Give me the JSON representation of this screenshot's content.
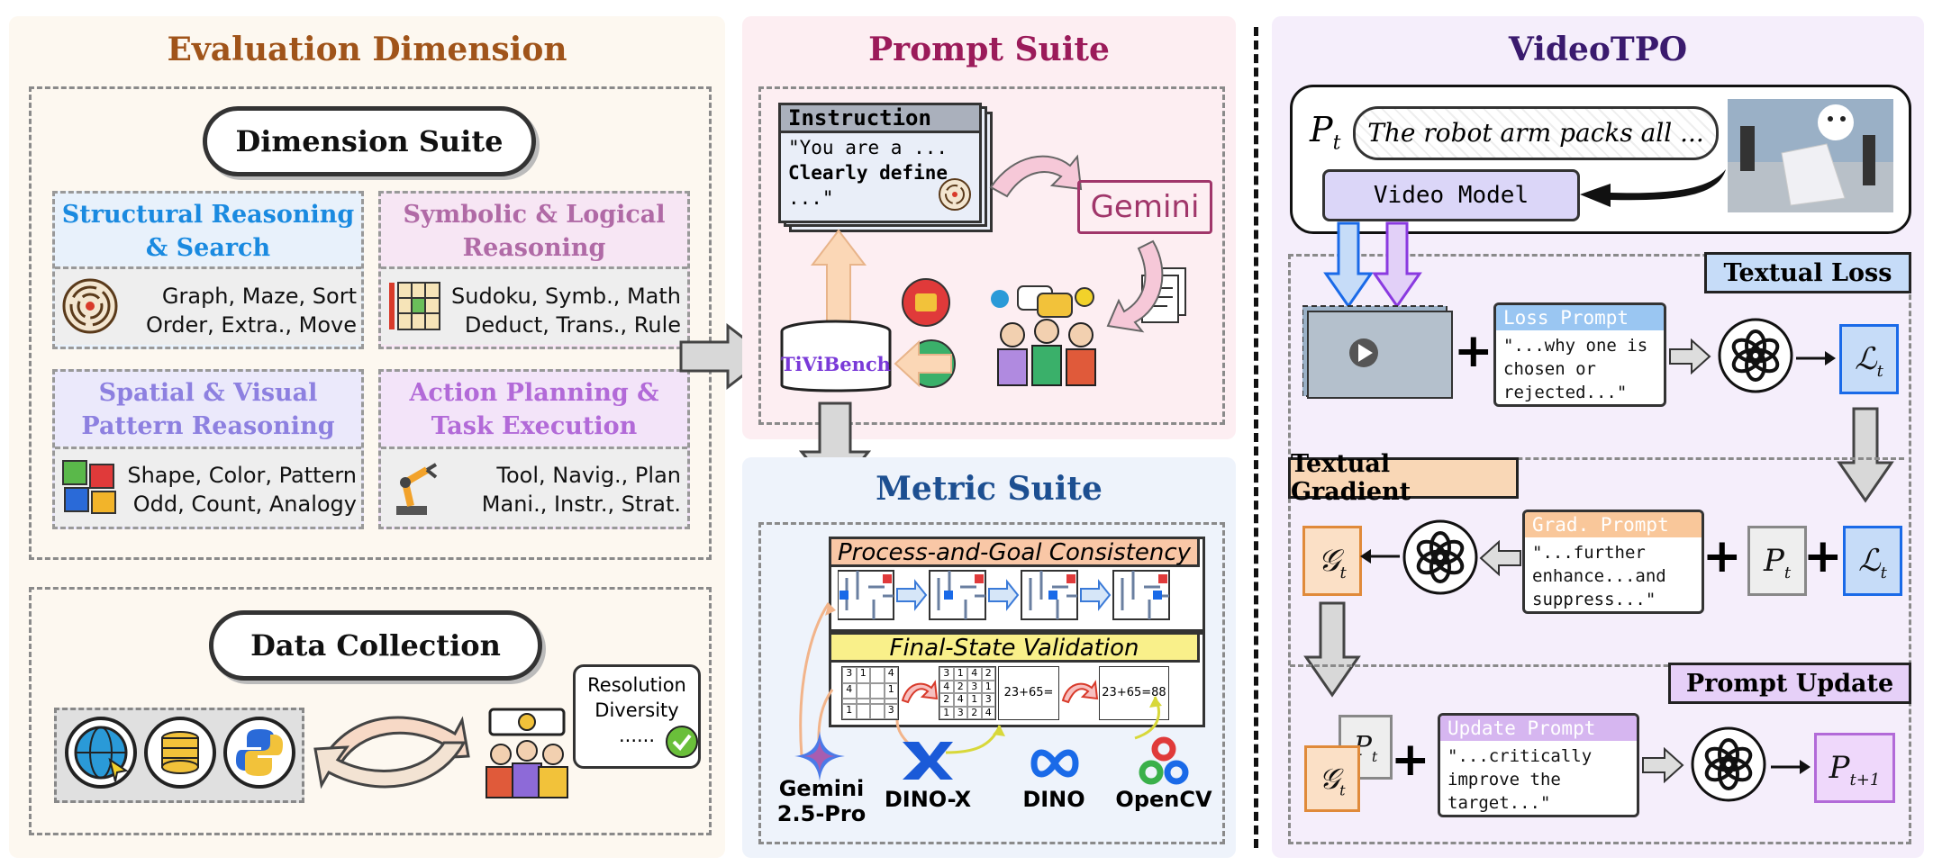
{
  "evaluation": {
    "title": "Evaluation Dimension",
    "dimension_suite": "Dimension Suite",
    "categories": [
      {
        "title_1": "Structural Reasoning",
        "title_2": "& Search",
        "line_1": "Graph, Maze, Sort",
        "line_2": "Order, Extra., Move"
      },
      {
        "title_1": "Symbolic & Logical",
        "title_2": "Reasoning",
        "line_1": "Sudoku, Symb., Math",
        "line_2": "Deduct, Trans., Rule"
      },
      {
        "title_1": "Spatial & Visual",
        "title_2": "Pattern Reasoning",
        "line_1": "Shape, Color, Pattern",
        "line_2": "Odd, Count, Analogy"
      },
      {
        "title_1": "Action Planning &",
        "title_2": "Task Execution",
        "line_1": "Tool, Navig., Plan",
        "line_2": "Mani., Instr., Strat."
      }
    ],
    "data_collection": "Data Collection",
    "bubble_1": "Resolution",
    "bubble_2": "Diversity",
    "bubble_3": "......"
  },
  "prompt_suite": {
    "title": "Prompt Suite",
    "instruction_header": "Instruction",
    "instruction_1": "\"You are a ...",
    "instruction_2": "Clearly define",
    "instruction_3": "...\"",
    "gemini": "Gemini",
    "bench": "TiViBench"
  },
  "metric_suite": {
    "title": "Metric Suite",
    "process": "Process-and-Goal Consistency",
    "final": "Final-State Validation",
    "eq_1": "23+65=",
    "eq_2": "23+65=88",
    "sudoku_a": [
      "3",
      "1",
      "",
      "4",
      "4",
      "",
      "",
      "1",
      "",
      "",
      "",
      "",
      "1",
      "",
      "",
      "3"
    ],
    "sudoku_b": [
      "3",
      "1",
      "4",
      "2",
      "4",
      "2",
      "3",
      "1",
      "2",
      "4",
      "1",
      "3",
      "1",
      "3",
      "2",
      "4"
    ],
    "tools": [
      {
        "name_1": "Gemini",
        "name_2": "2.5-Pro"
      },
      {
        "name_1": "DINO-X",
        "name_2": ""
      },
      {
        "name_1": "DINO",
        "name_2": ""
      },
      {
        "name_1": "OpenCV",
        "name_2": ""
      }
    ]
  },
  "videotpo": {
    "title": "VideoTPO",
    "p_t": "P",
    "sub_t": "t",
    "sub_t1": "t+1",
    "caption": "The robot arm packs all ...",
    "video_model": "Video Model",
    "textual_loss": "Textual Loss",
    "loss_prompt_header": "Loss Prompt",
    "loss_prompt_1": "\"...why one is",
    "loss_prompt_2": "chosen or",
    "loss_prompt_3": "rejected...\"",
    "textual_gradient": "Textual Gradient",
    "grad_prompt_header": "Grad. Prompt",
    "grad_prompt_1": "\"...further",
    "grad_prompt_2": "enhance...and",
    "grad_prompt_3": "suppress...\"",
    "prompt_update": "Prompt Update",
    "update_prompt_header": "Update Prompt",
    "update_prompt_1": "\"...critically",
    "update_prompt_2": "improve the",
    "update_prompt_3": "target...\"",
    "loss_symbol": "ℒ",
    "grad_symbol": "𝒢",
    "plus": "+"
  },
  "colors": {
    "eval_title": "#a0541a",
    "prompt_title": "#9b1b5a",
    "metric_title": "#1d4f91",
    "tpo_title": "#3a1a6e",
    "cat_blue": "#1a8ae0",
    "cat_pink": "#b06aa6",
    "cat_purple": "#8d80e0",
    "cat_violet": "#b26ad8"
  }
}
